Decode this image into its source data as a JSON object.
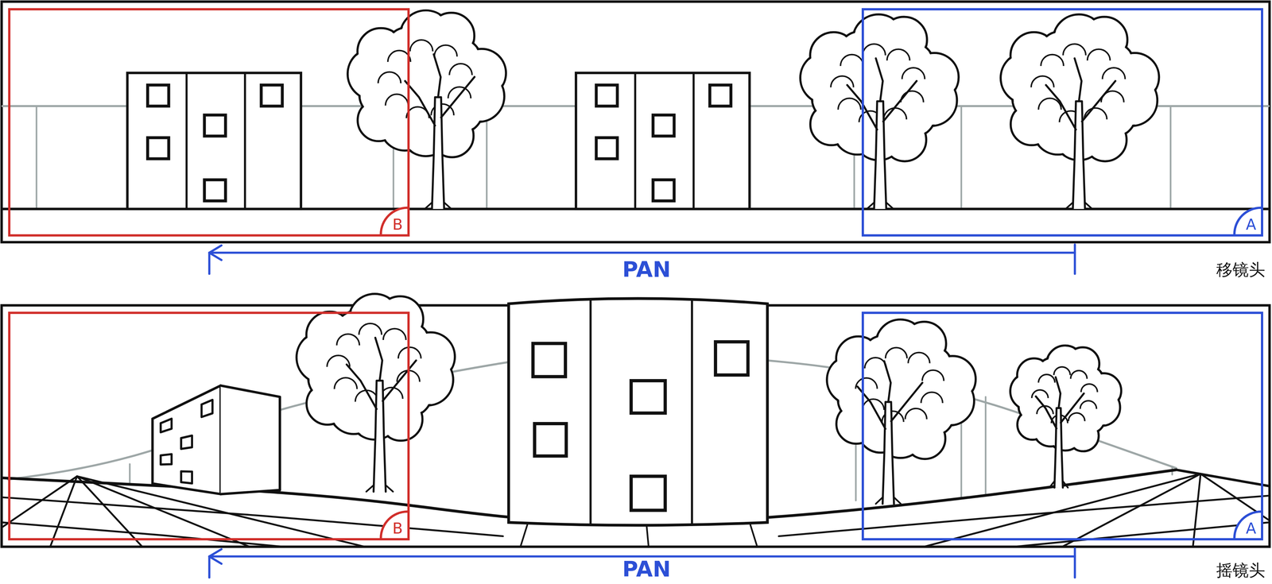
{
  "diagram": {
    "nodes": [
      {
        "text": [
          "B"
        ]
      },
      {
        "text": [
          "A"
        ]
      },
      {
        "text": [
          "B"
        ]
      },
      {
        "text": [
          "A"
        ]
      }
    ],
    "labels": [
      "PAN",
      "移镜头",
      "PAN",
      "摇镜头"
    ]
  }
}
